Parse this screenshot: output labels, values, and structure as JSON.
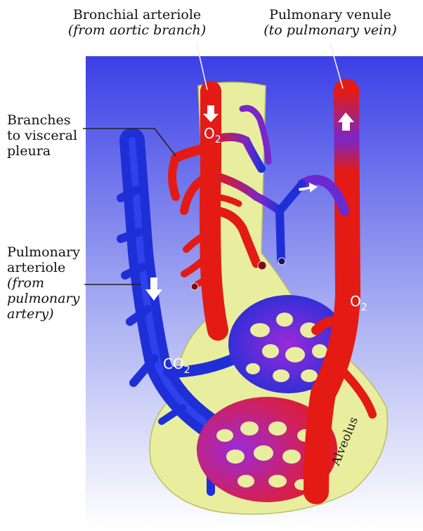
{
  "labels": {
    "bronchial_title": "Bronchial arteriole",
    "bronchial_sub": "(from aortic branch)",
    "venule_title": "Pulmonary venule",
    "venule_sub": "(to pulmonary vein)",
    "branches_line1": "Branches",
    "branches_line2": "to visceral",
    "branches_line3": "pleura",
    "arteriole_line1": "Pulmonary",
    "arteriole_line2": "arteriole",
    "arteriole_line3": "(from",
    "arteriole_line4": "pulmonary",
    "arteriole_line5": "artery)",
    "o2_top": "O",
    "o2_top_sub": "2",
    "o2_right": "O",
    "o2_right_sub": "2",
    "co2": "CO",
    "co2_sub": "2",
    "alveolus": "Alveolus"
  },
  "colors": {
    "background_top": "#3b3fe6",
    "background_bottom": "#ffffff",
    "alveolus": "#e9ee9f",
    "oxygenated": "#e31b14",
    "deoxygenated": "#1f2fd8",
    "mixed": "#8a23c8"
  },
  "icons": [
    "down-arrow-icon",
    "up-arrow-icon",
    "right-arrow-icon"
  ]
}
